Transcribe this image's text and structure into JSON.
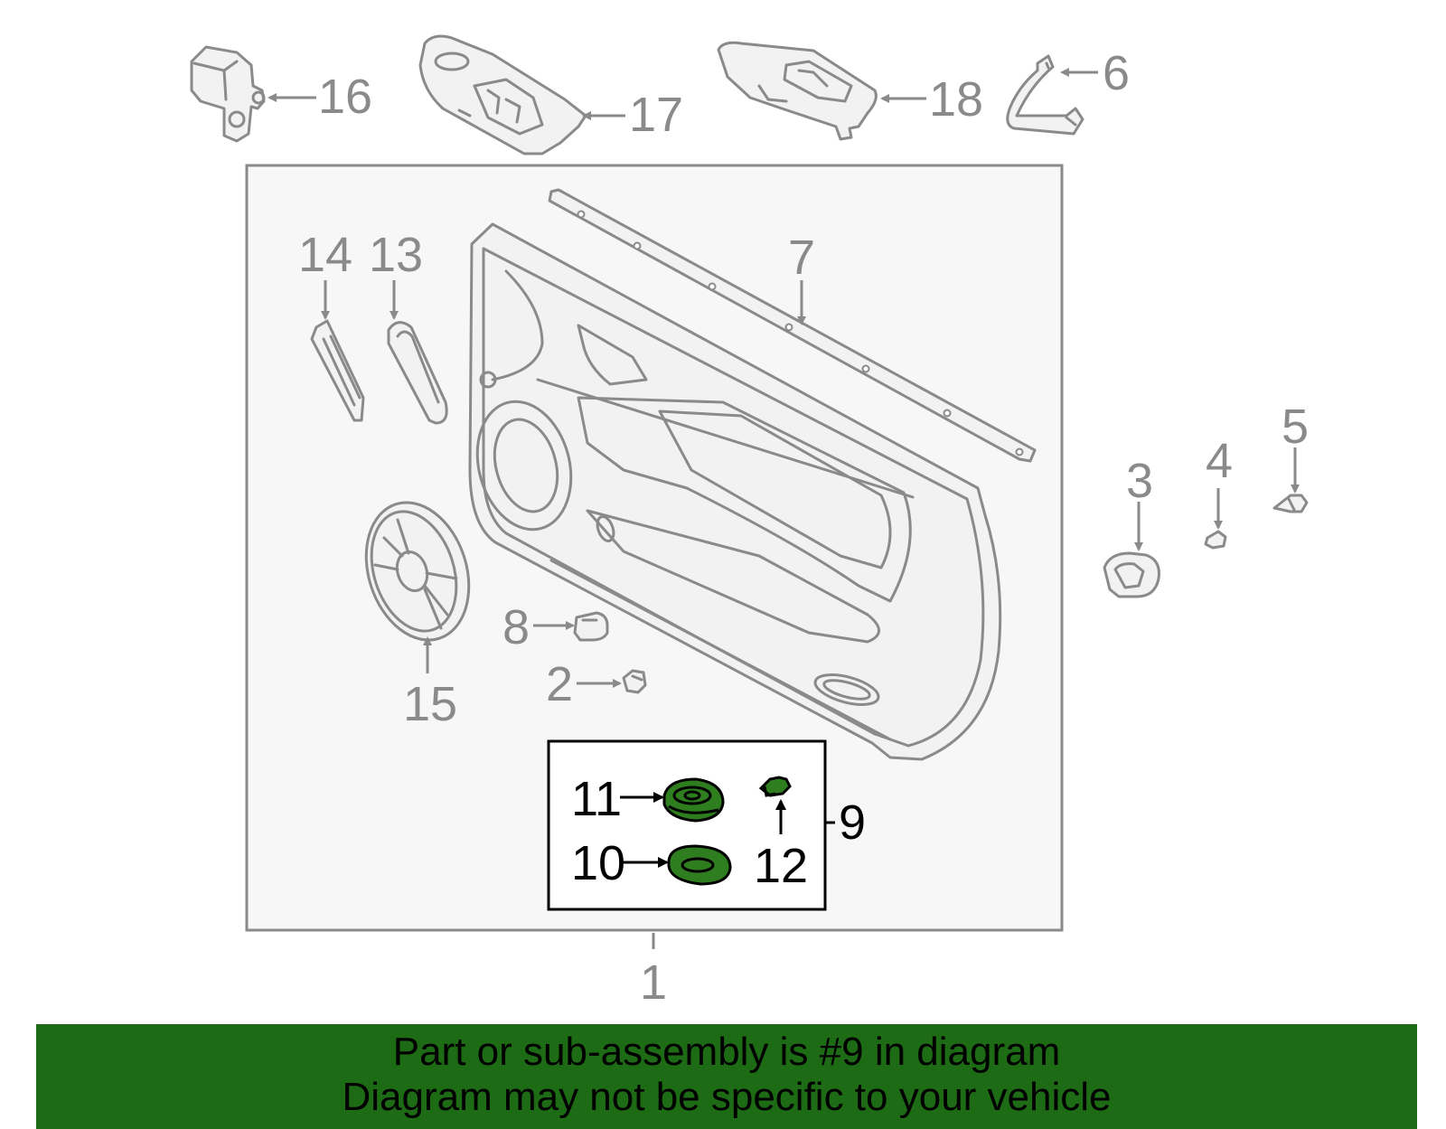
{
  "colors": {
    "background": "#ffffff",
    "panel_fill": "#f7f7f7",
    "line_grey": "#8a8a8a",
    "highlight_green": "#2e7d1e",
    "banner_green": "#1d6b14",
    "text_black": "#000000"
  },
  "callouts": {
    "c1": "1",
    "c2": "2",
    "c3": "3",
    "c4": "4",
    "c5": "5",
    "c6": "6",
    "c7": "7",
    "c8": "8",
    "c9": "9",
    "c10": "10",
    "c11": "11",
    "c12": "12",
    "c13": "13",
    "c14": "14",
    "c15": "15",
    "c16": "16",
    "c17": "17",
    "c18": "18"
  },
  "highlighted_part": "9",
  "banner": {
    "line1": "Part or sub-assembly is #9 in diagram",
    "line2": "Diagram may not be specific to your vehicle"
  }
}
